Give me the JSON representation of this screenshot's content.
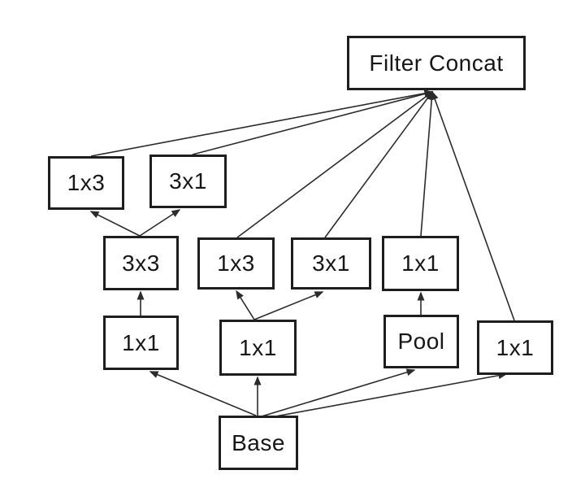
{
  "diagram": {
    "nodes": {
      "filter_concat": {
        "label": "Filter Concat"
      },
      "conv_1x3_top": {
        "label": "1x3"
      },
      "conv_3x1_top": {
        "label": "3x1"
      },
      "conv_3x3": {
        "label": "3x3"
      },
      "conv_1x3_mid": {
        "label": "1x3"
      },
      "conv_3x1_mid": {
        "label": "3x1"
      },
      "conv_1x1_after_pool": {
        "label": "1x1"
      },
      "conv_1x1_left": {
        "label": "1x1"
      },
      "conv_1x1_mid": {
        "label": "1x1"
      },
      "pool": {
        "label": "Pool"
      },
      "conv_1x1_right": {
        "label": "1x1"
      },
      "base": {
        "label": "Base"
      }
    },
    "edges": [
      {
        "from": "base",
        "to": "conv_1x1_left"
      },
      {
        "from": "base",
        "to": "conv_1x1_mid"
      },
      {
        "from": "base",
        "to": "pool"
      },
      {
        "from": "base",
        "to": "conv_1x1_right"
      },
      {
        "from": "conv_1x1_left",
        "to": "conv_3x3"
      },
      {
        "from": "conv_3x3",
        "to": "conv_1x3_top"
      },
      {
        "from": "conv_3x3",
        "to": "conv_3x1_top"
      },
      {
        "from": "conv_1x1_mid",
        "to": "conv_1x3_mid"
      },
      {
        "from": "conv_1x1_mid",
        "to": "conv_3x1_mid"
      },
      {
        "from": "pool",
        "to": "conv_1x1_after_pool"
      },
      {
        "from": "conv_1x3_top",
        "to": "filter_concat"
      },
      {
        "from": "conv_3x1_top",
        "to": "filter_concat"
      },
      {
        "from": "conv_1x3_mid",
        "to": "filter_concat"
      },
      {
        "from": "conv_3x1_mid",
        "to": "filter_concat"
      },
      {
        "from": "conv_1x1_after_pool",
        "to": "filter_concat"
      },
      {
        "from": "conv_1x1_right",
        "to": "filter_concat"
      }
    ],
    "colors": {
      "line": "#2b2b2b",
      "box_border": "#1e1e1e",
      "background": "#ffffff",
      "text": "#171717"
    }
  }
}
